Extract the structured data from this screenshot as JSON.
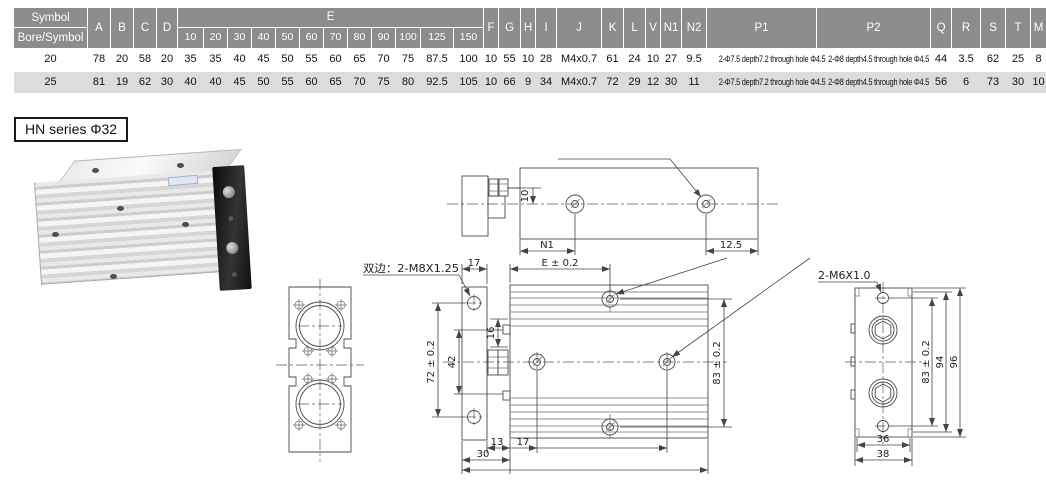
{
  "table": {
    "header": {
      "symbol_top": "Symbol",
      "symbol_bottom": "Bore/Symbol",
      "cols_left": [
        "A",
        "B",
        "C",
        "D"
      ],
      "e_group": "E",
      "e_subcols": [
        "10",
        "20",
        "30",
        "40",
        "50",
        "60",
        "70",
        "80",
        "90",
        "100",
        "125",
        "150"
      ],
      "cols_right": [
        "F",
        "G",
        "H",
        "I",
        "J",
        "K",
        "L",
        "V",
        "N1",
        "N2",
        "P1",
        "P2",
        "Q",
        "R",
        "S",
        "T",
        "M"
      ],
      "header_bg": "#8c8c8c",
      "alt_row_bg": "#dcdcdc"
    },
    "rows": [
      {
        "bore": "20",
        "values": [
          "78",
          "20",
          "58",
          "20",
          "35",
          "35",
          "40",
          "45",
          "50",
          "55",
          "60",
          "65",
          "70",
          "75",
          "87.5",
          "100",
          "10",
          "55",
          "10",
          "28",
          "M4x0.7",
          "61",
          "24",
          "10",
          "27",
          "9.5",
          "2-Φ7.5 depth7.2 through hole Φ4.5",
          "2-Φ8 depth4.5 through hole Φ4.5",
          "44",
          "3.5",
          "62",
          "25",
          "8"
        ]
      },
      {
        "bore": "25",
        "values": [
          "81",
          "19",
          "62",
          "30",
          "40",
          "40",
          "45",
          "50",
          "55",
          "60",
          "65",
          "70",
          "75",
          "80",
          "92.5",
          "105",
          "10",
          "66",
          "9",
          "34",
          "M4x0.7",
          "72",
          "29",
          "12",
          "30",
          "11",
          "2-Φ7.5 depth7.2 through hole Φ4.5",
          "2-Φ8 depth4.5 through hole Φ4.5",
          "56",
          "6",
          "73",
          "30",
          "10"
        ]
      }
    ]
  },
  "series_label": "HN series Φ32",
  "drawings": {
    "side_view": {
      "dim_rod": "10",
      "dim_n1": "N1",
      "dim_right": "12.5"
    },
    "top_view": {
      "thread_label": "双边：2-M8X1.25",
      "dim_flange": "17",
      "dim_e": "E ± 0.2",
      "dim_16": "16",
      "dim_42": "42",
      "dim_72": "72 ± 0.2",
      "dim_83": "83 ± 0.2",
      "dim_13": "13",
      "dim_17": "17",
      "dim_30": "30"
    },
    "end_view": {
      "thread_label": "2-M6X1.0",
      "dim_83": "83 ± 0.2",
      "dim_94": "94",
      "dim_96": "96",
      "dim_36": "36",
      "dim_38": "38"
    }
  }
}
